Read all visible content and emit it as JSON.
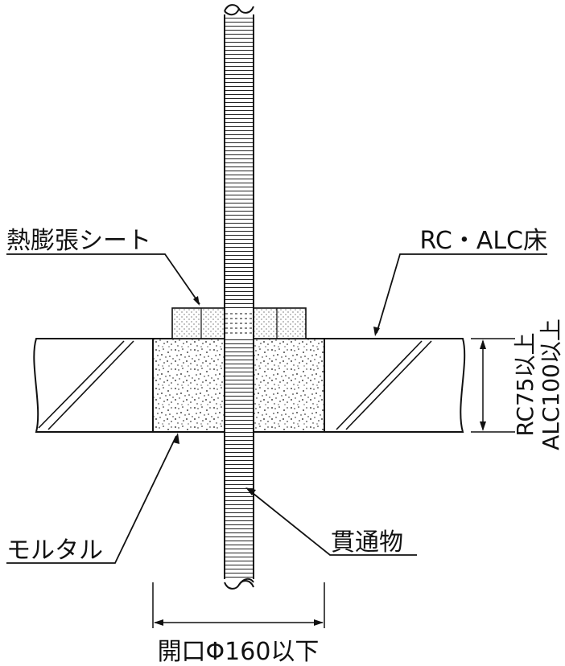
{
  "labels": {
    "thermal_sheet": "熱膨張シート",
    "floor": "RC・ALC床",
    "thickness_rc": "RC75以上",
    "thickness_alc": "ALC100以上",
    "mortar": "モルタル",
    "penetration": "貫通物",
    "opening": "開口Φ160以下"
  }
}
